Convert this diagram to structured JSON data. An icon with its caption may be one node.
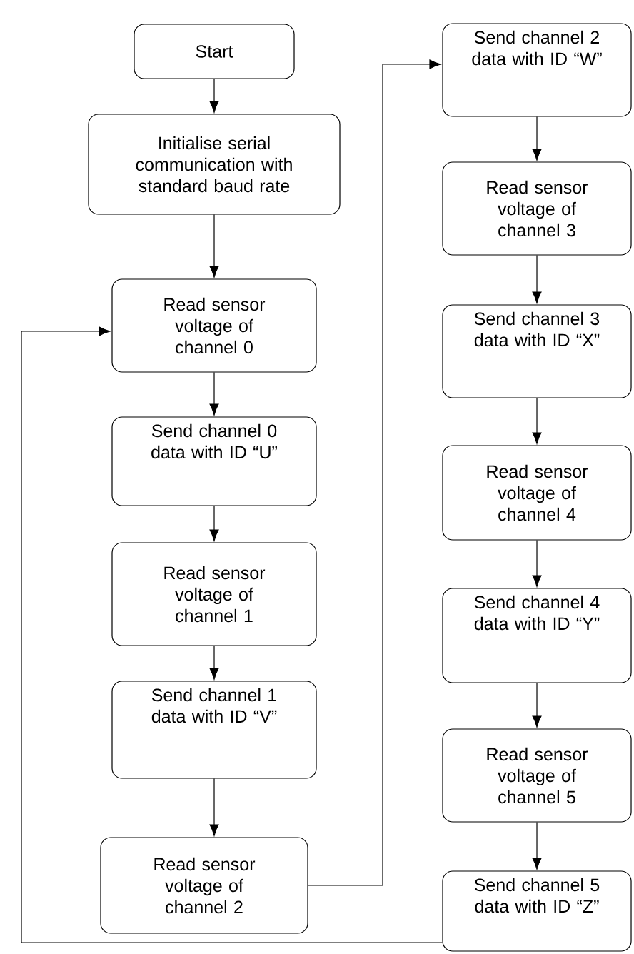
{
  "diagram": {
    "nodes": [
      {
        "text": [
          "Start"
        ]
      },
      {
        "text": [
          "Initialise serial communication with standard baud rate"
        ]
      },
      {
        "text": [
          "Read sensor voltage of channel 0"
        ]
      },
      {
        "text": [
          "Send channel 0 data with ID “U”"
        ]
      },
      {
        "text": [
          "Read sensor voltage of channel 1"
        ]
      },
      {
        "text": [
          "Send channel 1 data with ID “V”"
        ]
      },
      {
        "text": [
          "Read sensor voltage of channel 2"
        ]
      },
      {
        "text": [
          "Send channel 2 data with ID “W”"
        ]
      },
      {
        "text": [
          "Read sensor voltage of channel 3"
        ]
      },
      {
        "text": [
          "Send channel 3 data with ID “X”"
        ]
      },
      {
        "text": [
          "Read sensor voltage of channel 4"
        ]
      },
      {
        "text": [
          "Send channel 4 data with ID “Y”"
        ]
      },
      {
        "text": [
          "Read sensor voltage of channel 5"
        ]
      },
      {
        "text": [
          "Send channel 5 data with ID “Z”"
        ]
      }
    ],
    "edges": [
      {
        "from": 0,
        "to": 1,
        "arrow": "to"
      },
      {
        "from": 1,
        "to": 2,
        "arrow": "to"
      },
      {
        "from": 2,
        "to": 3,
        "arrow": "to"
      },
      {
        "from": 3,
        "to": 4,
        "arrow": "to"
      },
      {
        "from": 4,
        "to": 5,
        "arrow": "to"
      },
      {
        "from": 5,
        "to": 6,
        "arrow": "to"
      },
      {
        "from": 6,
        "to": 7,
        "arrow": "to"
      },
      {
        "from": 7,
        "to": 8,
        "arrow": "to"
      },
      {
        "from": 8,
        "to": 9,
        "arrow": "to"
      },
      {
        "from": 9,
        "to": 10,
        "arrow": "to"
      },
      {
        "from": 10,
        "to": 11,
        "arrow": "to"
      },
      {
        "from": 11,
        "to": 12,
        "arrow": "to"
      },
      {
        "from": 12,
        "to": 13,
        "arrow": "to"
      },
      {
        "from": 13,
        "to": 2,
        "arrow": "to"
      }
    ]
  }
}
